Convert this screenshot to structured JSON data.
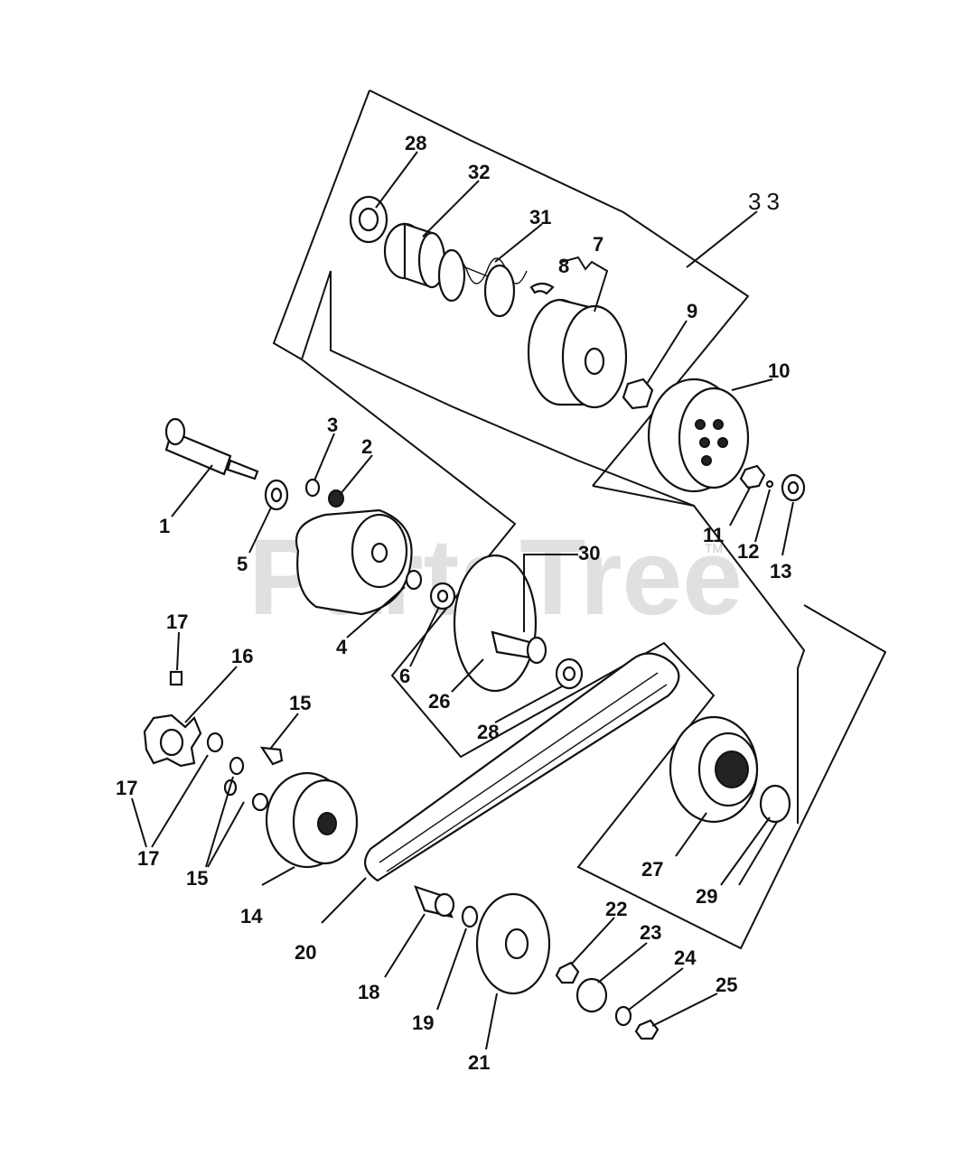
{
  "watermark": {
    "text": "PartsTree",
    "trademark": "TM"
  },
  "callouts": {
    "c1": "1",
    "c2": "2",
    "c3": "3",
    "c4": "4",
    "c5": "5",
    "c6": "6",
    "c7": "7",
    "c8": "8",
    "c9": "9",
    "c10": "10",
    "c11": "11",
    "c12": "12",
    "c13": "13",
    "c14": "14",
    "c15a": "15",
    "c15b": "15",
    "c16": "16",
    "c17a": "17",
    "c17b": "17",
    "c17c": "17",
    "c18": "18",
    "c19": "19",
    "c20": "20",
    "c21": "21",
    "c22": "22",
    "c23": "23",
    "c24": "24",
    "c25": "25",
    "c26": "26",
    "c27": "27",
    "c28a": "28",
    "c28b": "28",
    "c29": "29",
    "c30": "30",
    "c31": "31",
    "c32": "32",
    "c33": "33"
  }
}
